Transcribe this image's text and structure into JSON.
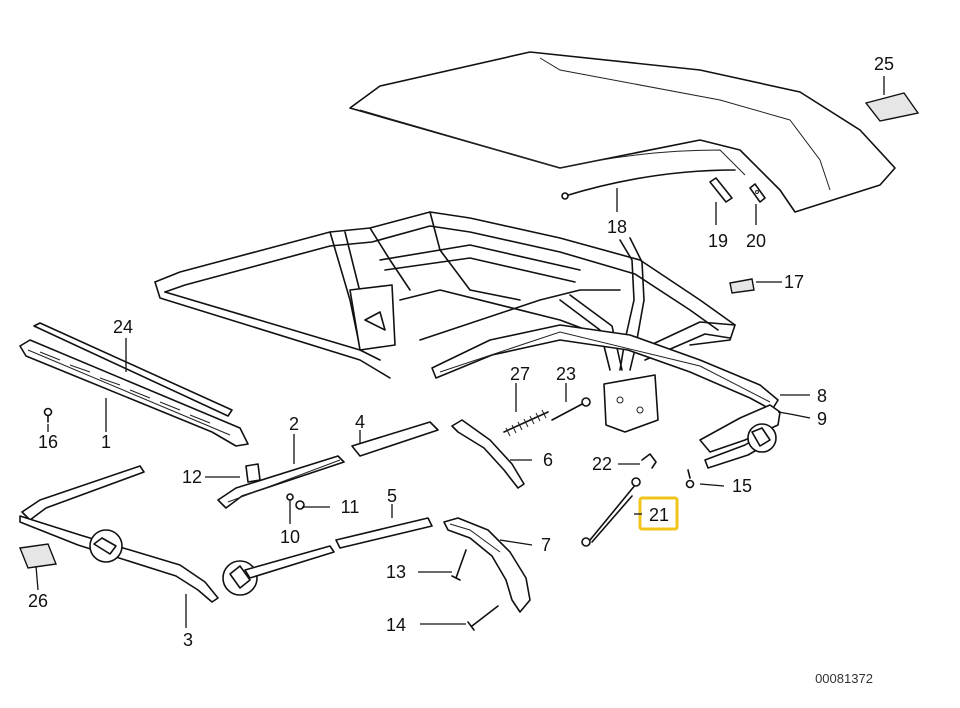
{
  "diagram": {
    "reference_code": "00081372",
    "highlight_color": "#f0c419",
    "highlighted_part": "21",
    "callouts": {
      "p1": "1",
      "p2": "2",
      "p3": "3",
      "p4": "4",
      "p5": "5",
      "p6": "6",
      "p7": "7",
      "p8": "8",
      "p9": "9",
      "p10": "10",
      "p11": "11",
      "p12": "12",
      "p13": "13",
      "p14": "14",
      "p15": "15",
      "p16": "16",
      "p17": "17",
      "p18": "18",
      "p19": "19",
      "p20": "20",
      "p21": "21",
      "p22": "22",
      "p23": "23",
      "p24": "24",
      "p25": "25",
      "p26": "26",
      "p27": "27"
    }
  }
}
